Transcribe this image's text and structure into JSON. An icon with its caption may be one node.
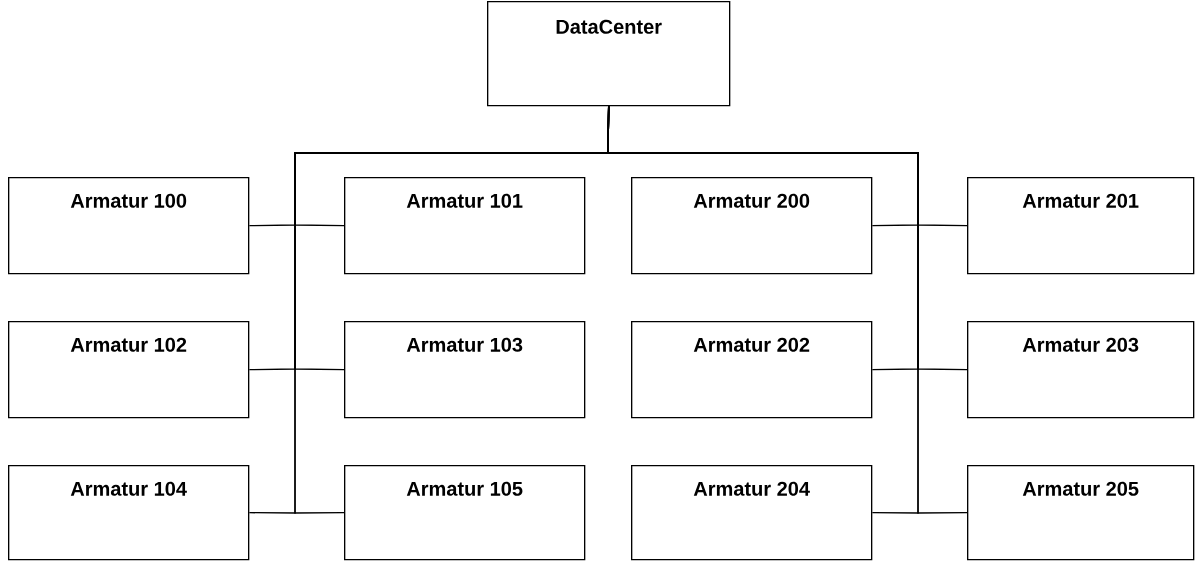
{
  "diagram": {
    "nodes": [
      {
        "text": [
          "DataCenter"
        ]
      },
      {
        "text": [
          "Armatur 100"
        ]
      },
      {
        "text": [
          "Armatur 101"
        ]
      },
      {
        "text": [
          "Armatur 200"
        ]
      },
      {
        "text": [
          "Armatur 201"
        ]
      },
      {
        "text": [
          "Armatur 102"
        ]
      },
      {
        "text": [
          "Armatur 103"
        ]
      },
      {
        "text": [
          "Armatur 202"
        ]
      },
      {
        "text": [
          "Armatur 203"
        ]
      },
      {
        "text": [
          "Armatur 104"
        ]
      },
      {
        "text": [
          "Armatur 105"
        ]
      },
      {
        "text": [
          "Armatur 204"
        ]
      },
      {
        "text": [
          "Armatur 205"
        ]
      }
    ],
    "edges": [
      {
        "from": 0,
        "to": 1,
        "arrow": "none"
      },
      {
        "from": 0,
        "to": 2,
        "arrow": "none"
      },
      {
        "from": 0,
        "to": 3,
        "arrow": "none"
      },
      {
        "from": 0,
        "to": 4,
        "arrow": "none"
      },
      {
        "from": 0,
        "to": 5,
        "arrow": "none"
      },
      {
        "from": 0,
        "to": 6,
        "arrow": "none"
      },
      {
        "from": 0,
        "to": 7,
        "arrow": "none"
      },
      {
        "from": 0,
        "to": 8,
        "arrow": "none"
      },
      {
        "from": 0,
        "to": 9,
        "arrow": "none"
      },
      {
        "from": 0,
        "to": 10,
        "arrow": "none"
      },
      {
        "from": 0,
        "to": 11,
        "arrow": "none"
      },
      {
        "from": 0,
        "to": 12,
        "arrow": "none"
      }
    ]
  }
}
